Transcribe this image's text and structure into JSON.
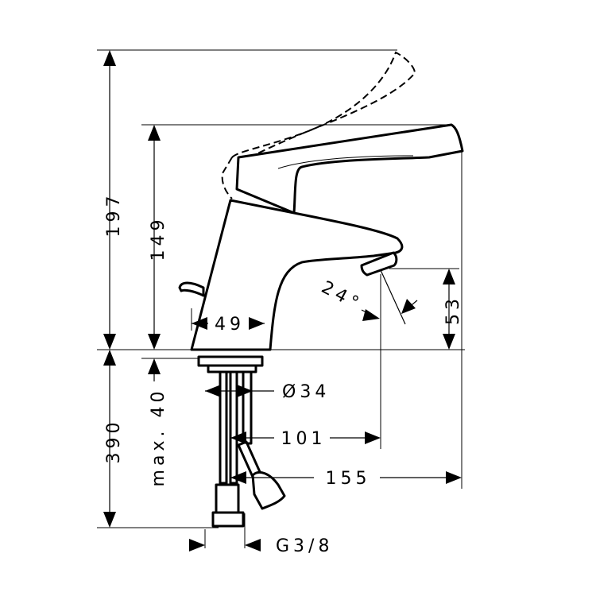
{
  "dimensions": {
    "height_total": "197",
    "height_spout": "149",
    "height_below_deck": "390",
    "max_thickness_value": "max. 40",
    "base_width": "49",
    "hole_diameter": "Ø34",
    "spout_reach": "101",
    "projection_total": "155",
    "outlet_height": "53",
    "spray_angle": "24°",
    "connection_thread": "G3/8"
  }
}
